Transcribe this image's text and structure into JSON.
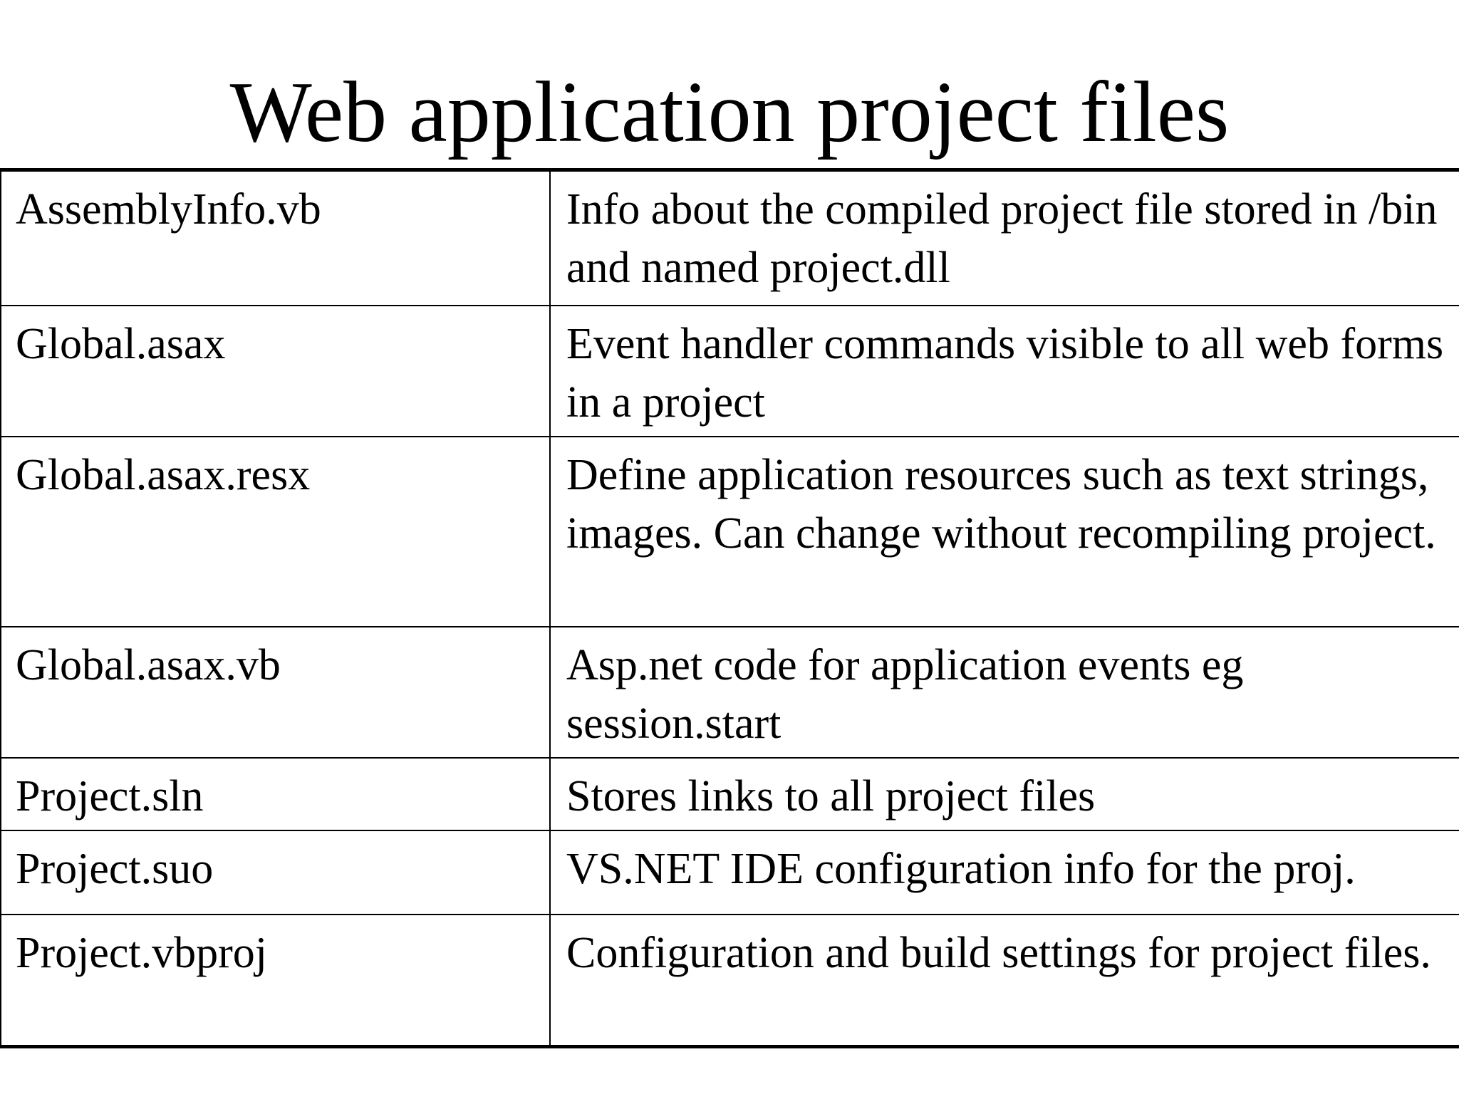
{
  "slide": {
    "title": "Web application project files"
  },
  "files_table": {
    "rows": [
      {
        "file": "AssemblyInfo.vb",
        "description": "Info about the compiled project file stored in /bin and named project.dll"
      },
      {
        "file": "Global.asax",
        "description": "Event handler commands visible to all web forms in a project"
      },
      {
        "file": "Global.asax.resx",
        "description": "Define application resources such as text strings, images. Can change without recompiling project."
      },
      {
        "file": "Global.asax.vb",
        "description": "Asp.net code for application events eg session.start"
      },
      {
        "file": "Project.sln",
        "description": "Stores links to all project files"
      },
      {
        "file": "Project.suo",
        "description": "VS.NET IDE configuration info for the proj."
      },
      {
        "file": "Project.vbproj",
        "description": "Configuration and build settings for project files."
      }
    ]
  }
}
